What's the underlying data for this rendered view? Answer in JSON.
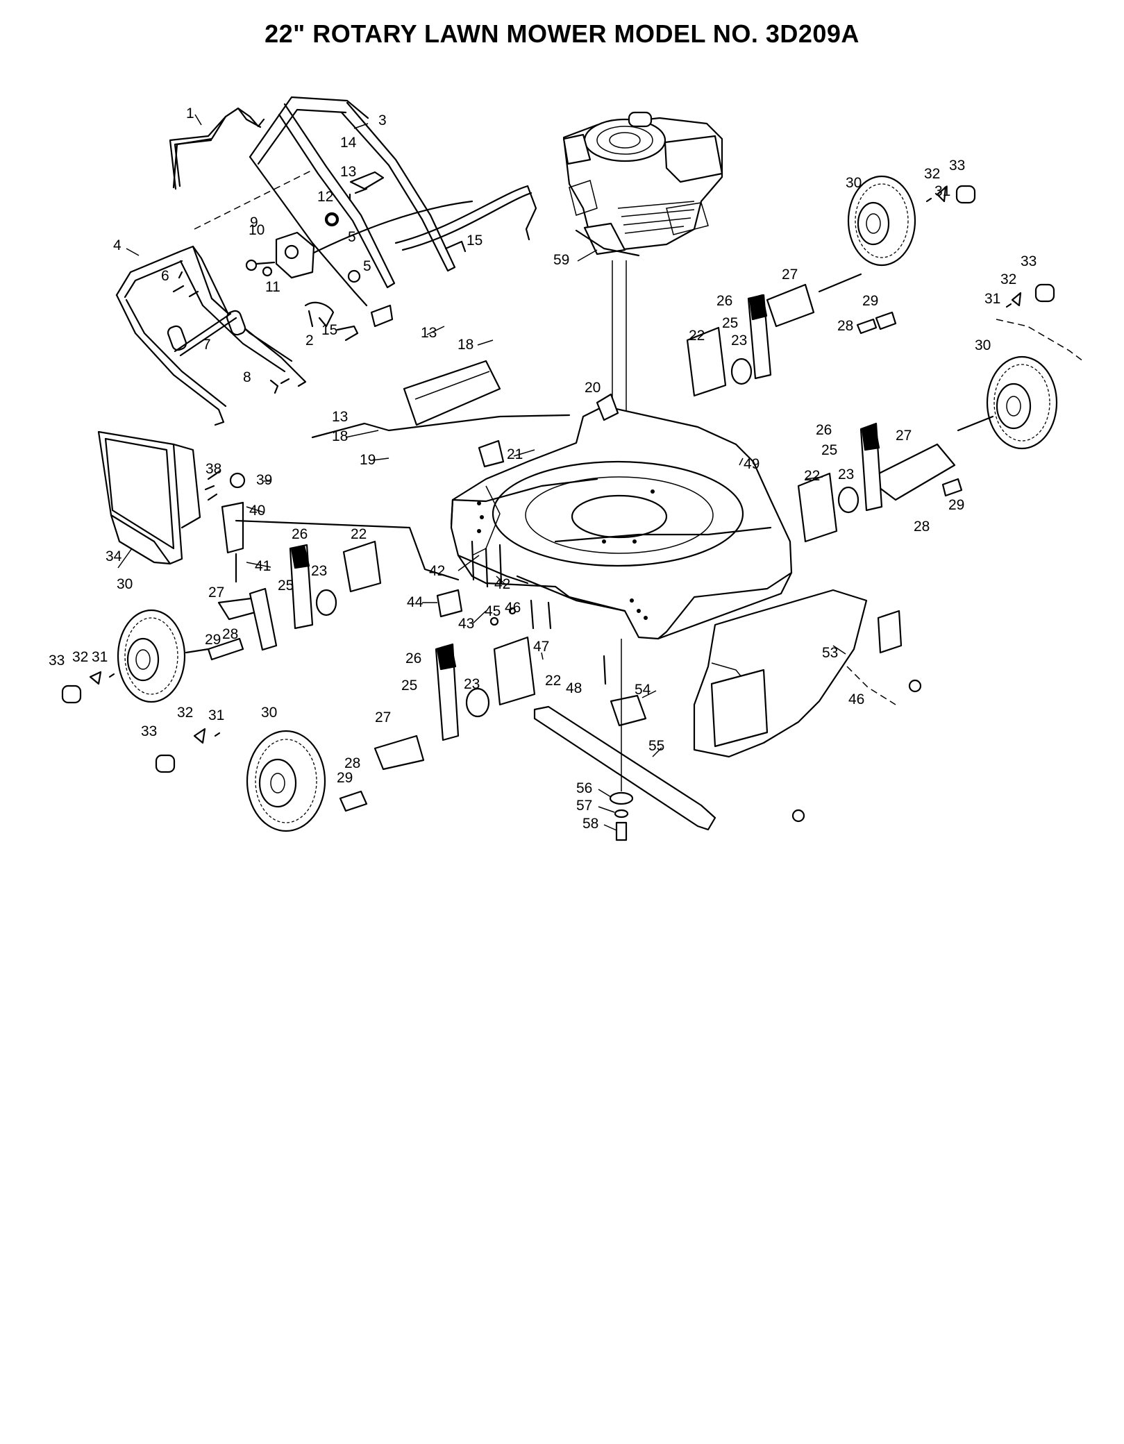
{
  "title": "22\" ROTARY LAWN MOWER MODEL NO.  3D209A",
  "callouts": [
    {
      "id": "c1",
      "text": "1"
    },
    {
      "id": "c2",
      "text": "2"
    },
    {
      "id": "c3",
      "text": "3"
    },
    {
      "id": "c4",
      "text": "4"
    },
    {
      "id": "c5a",
      "text": "5"
    },
    {
      "id": "c5b",
      "text": "5"
    },
    {
      "id": "c6",
      "text": "6"
    },
    {
      "id": "c7",
      "text": "7"
    },
    {
      "id": "c8",
      "text": "8"
    },
    {
      "id": "c9",
      "text": "9"
    },
    {
      "id": "c10",
      "text": "10"
    },
    {
      "id": "c11",
      "text": "11"
    },
    {
      "id": "c12",
      "text": "12"
    },
    {
      "id": "c13a",
      "text": "13"
    },
    {
      "id": "c13b",
      "text": "13"
    },
    {
      "id": "c13c",
      "text": "13"
    },
    {
      "id": "c14",
      "text": "14"
    },
    {
      "id": "c15a",
      "text": "15"
    },
    {
      "id": "c15b",
      "text": "15"
    },
    {
      "id": "c18a",
      "text": "18"
    },
    {
      "id": "c18b",
      "text": "18"
    },
    {
      "id": "c19",
      "text": "19"
    },
    {
      "id": "c20",
      "text": "20"
    },
    {
      "id": "c21",
      "text": "21"
    },
    {
      "id": "c22a",
      "text": "22"
    },
    {
      "id": "c22b",
      "text": "22"
    },
    {
      "id": "c22c",
      "text": "22"
    },
    {
      "id": "c22d",
      "text": "22"
    },
    {
      "id": "c23a",
      "text": "23"
    },
    {
      "id": "c23b",
      "text": "23"
    },
    {
      "id": "c23c",
      "text": "23"
    },
    {
      "id": "c23d",
      "text": "23"
    },
    {
      "id": "c25a",
      "text": "25"
    },
    {
      "id": "c25b",
      "text": "25"
    },
    {
      "id": "c25c",
      "text": "25"
    },
    {
      "id": "c25d",
      "text": "25"
    },
    {
      "id": "c26a",
      "text": "26"
    },
    {
      "id": "c26b",
      "text": "26"
    },
    {
      "id": "c26c",
      "text": "26"
    },
    {
      "id": "c26d",
      "text": "26"
    },
    {
      "id": "c27a",
      "text": "27"
    },
    {
      "id": "c27b",
      "text": "27"
    },
    {
      "id": "c27c",
      "text": "27"
    },
    {
      "id": "c27d",
      "text": "27"
    },
    {
      "id": "c28a",
      "text": "28"
    },
    {
      "id": "c28b",
      "text": "28"
    },
    {
      "id": "c28c",
      "text": "28"
    },
    {
      "id": "c28d",
      "text": "28"
    },
    {
      "id": "c29a",
      "text": "29"
    },
    {
      "id": "c29b",
      "text": "29"
    },
    {
      "id": "c29c",
      "text": "29"
    },
    {
      "id": "c29d",
      "text": "29"
    },
    {
      "id": "c30a",
      "text": "30"
    },
    {
      "id": "c30b",
      "text": "30"
    },
    {
      "id": "c30c",
      "text": "30"
    },
    {
      "id": "c30d",
      "text": "30"
    },
    {
      "id": "c31a",
      "text": "31"
    },
    {
      "id": "c31b",
      "text": "31"
    },
    {
      "id": "c31c",
      "text": "31"
    },
    {
      "id": "c31d",
      "text": "31"
    },
    {
      "id": "c32a",
      "text": "32"
    },
    {
      "id": "c32b",
      "text": "32"
    },
    {
      "id": "c32c",
      "text": "32"
    },
    {
      "id": "c32d",
      "text": "32"
    },
    {
      "id": "c33a",
      "text": "33"
    },
    {
      "id": "c33b",
      "text": "33"
    },
    {
      "id": "c33c",
      "text": "33"
    },
    {
      "id": "c33d",
      "text": "33"
    },
    {
      "id": "c34",
      "text": "34"
    },
    {
      "id": "c38",
      "text": "38"
    },
    {
      "id": "c39",
      "text": "39"
    },
    {
      "id": "c40",
      "text": "40"
    },
    {
      "id": "c41",
      "text": "41"
    },
    {
      "id": "c42a",
      "text": "42"
    },
    {
      "id": "c42b",
      "text": "42"
    },
    {
      "id": "c43",
      "text": "43"
    },
    {
      "id": "c44",
      "text": "44"
    },
    {
      "id": "c45",
      "text": "45"
    },
    {
      "id": "c46a",
      "text": "46"
    },
    {
      "id": "c46b",
      "text": "46"
    },
    {
      "id": "c47",
      "text": "47"
    },
    {
      "id": "c48",
      "text": "48"
    },
    {
      "id": "c49",
      "text": "49"
    },
    {
      "id": "c53",
      "text": "53"
    },
    {
      "id": "c54",
      "text": "54"
    },
    {
      "id": "c55",
      "text": "55"
    },
    {
      "id": "c56",
      "text": "56"
    },
    {
      "id": "c57",
      "text": "57"
    },
    {
      "id": "c58",
      "text": "58"
    },
    {
      "id": "c59",
      "text": "59"
    }
  ]
}
